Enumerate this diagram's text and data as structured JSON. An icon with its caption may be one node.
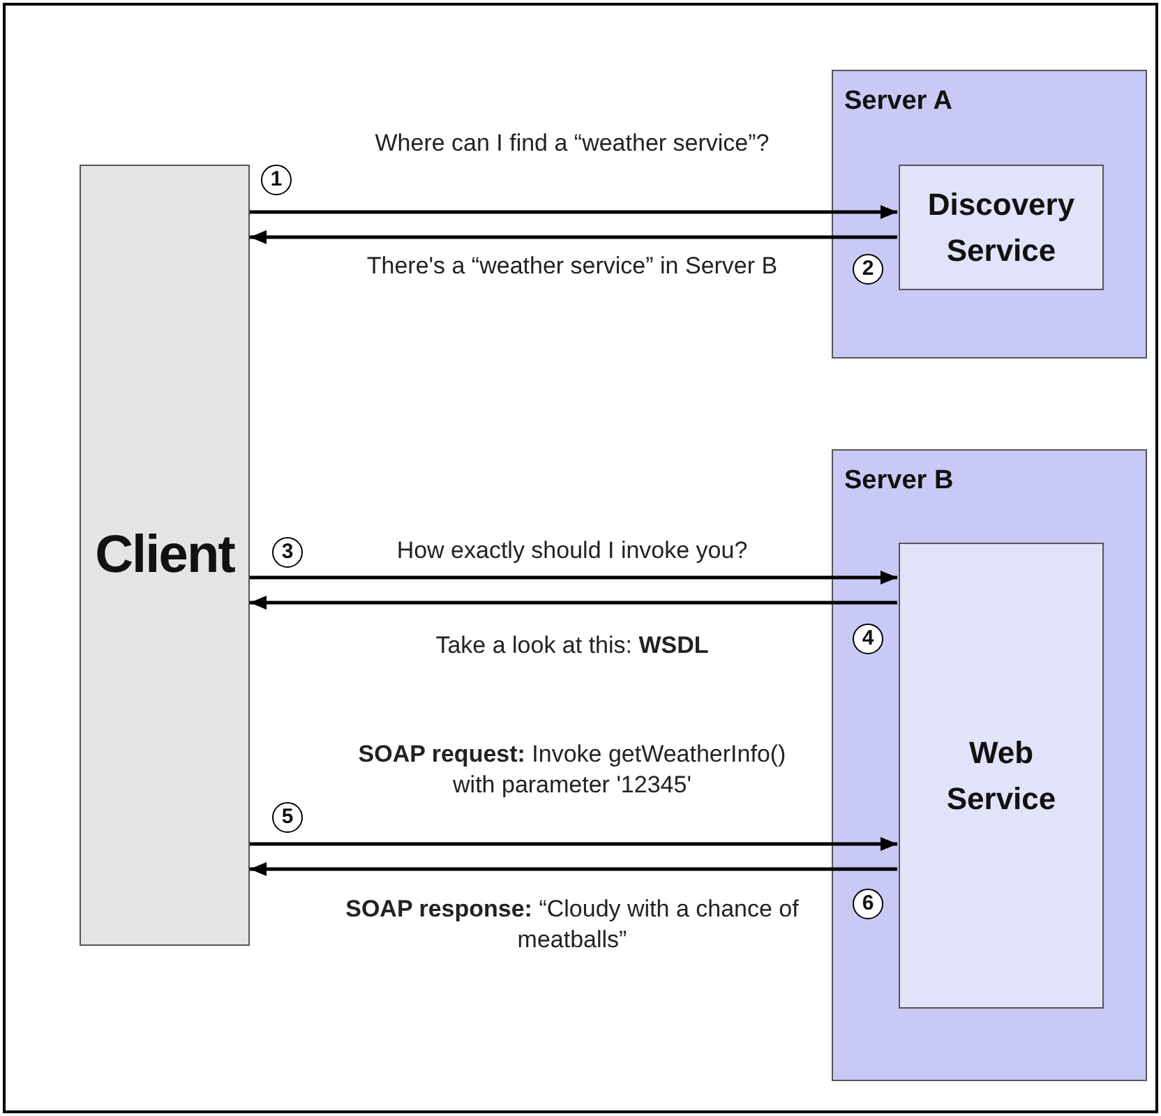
{
  "diagram": {
    "nodes": [
      {
        "text": [
          "Client"
        ]
      },
      {
        "text": [
          "Server A"
        ]
      },
      {
        "text": [
          "Discovery Service"
        ],
        "in": 1
      },
      {
        "text": [
          "Server B"
        ]
      },
      {
        "text": [
          "Web Service"
        ],
        "in": 3
      }
    ],
    "edges": [
      {
        "from": 0,
        "to": 2,
        "arrow": "to",
        "label": "Where can I find a “weather service”?"
      },
      {
        "from": 2,
        "to": 0,
        "arrow": "to",
        "label": "There's a “weather service” in Server B"
      },
      {
        "from": 0,
        "to": 4,
        "arrow": "to",
        "label": "How exactly should I invoke you?"
      },
      {
        "from": 4,
        "to": 0,
        "arrow": "to",
        "label": "Take a look at this: **WSDL**"
      },
      {
        "from": 0,
        "to": 4,
        "arrow": "to",
        "label": "**SOAP request:** Invoke getWeatherInfo() with parameter '12345'"
      },
      {
        "from": 4,
        "to": 0,
        "arrow": "to",
        "label": "**SOAP response:** “Cloudy with a chance of meatballs”"
      }
    ],
    "labels": [
      "1",
      "2",
      "3",
      "4",
      "5",
      "6"
    ]
  }
}
